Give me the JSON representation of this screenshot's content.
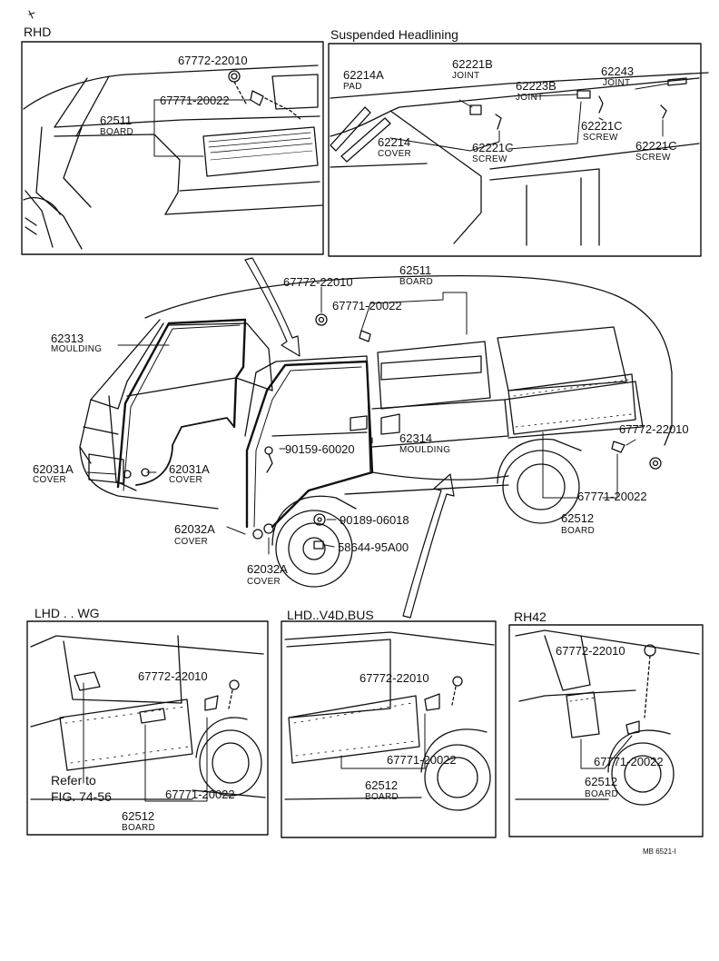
{
  "sections": {
    "rhd": "RHD",
    "headlining": "Suspended Headlining",
    "lhd_wg": "LHD . . WG",
    "lhd_v4d": "LHD..V4D,BUS",
    "rh42": "RH42"
  },
  "rhd": {
    "p67772": "67772-22010",
    "p67771": "67771-20022",
    "p62511": "62511",
    "board": "BOARD"
  },
  "headlining": {
    "p62214A": "62214A",
    "pad": "PAD",
    "p62214": "62214",
    "cover": "COVER",
    "p62221B": "62221B",
    "joint_a": "JOINT",
    "p62223B": "62223B",
    "joint_b": "JOINT",
    "p62243": "62243",
    "joint_c": "JOINT",
    "p62221C_a": "62221C",
    "screw_a": "SCREW",
    "p62221C_b": "62221C",
    "screw_b": "SCREW",
    "p62221C_c": "62221C",
    "screw_c": "SCREW"
  },
  "main": {
    "p62511": "62511",
    "board_top": "BOARD",
    "p67772_top": "67772-22010",
    "p67771_top": "67771-20022",
    "p62313": "62313",
    "moulding_a": "MOULDING",
    "p62314": "62314",
    "moulding_b": "MOULDING",
    "p90159": "90159-60020",
    "p90189": "90189-06018",
    "p58644": "58644-95A00",
    "p62031A_l": "62031A",
    "cover_l": "COVER",
    "p62031A_r": "62031A",
    "cover_r": "COVER",
    "p62032A_a": "62032A",
    "cover_a": "COVER",
    "p62032A_b": "62032A",
    "cover_b": "COVER",
    "p67772_rear": "67772-22010",
    "p67771_rear": "67771-20022",
    "p62512": "62512",
    "board_rear": "BOARD"
  },
  "lhd_wg": {
    "p67772": "67772-22010",
    "p67771": "67771-20022",
    "refer": "Refer to",
    "fig": "FIG. 74-56",
    "p62512": "62512",
    "board": "BOARD"
  },
  "lhd_v4d": {
    "p67772": "67772-22010",
    "p67771": "67771-20022",
    "p62512": "62512",
    "board": "BOARD"
  },
  "rh42": {
    "p67772": "67772-22010",
    "p67771": "67771-20022",
    "p62512": "62512",
    "board": "BOARD"
  },
  "footer": {
    "code": "MB 6521-I"
  }
}
